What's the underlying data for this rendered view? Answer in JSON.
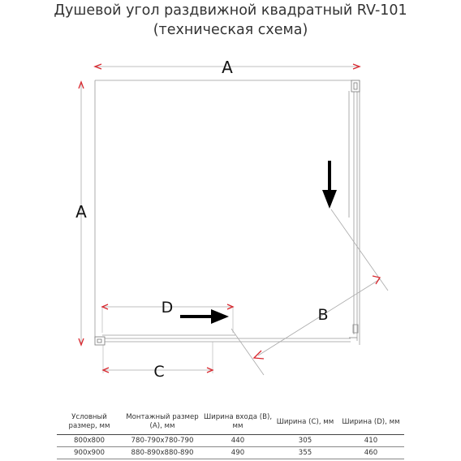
{
  "title": {
    "line1": "Душевой угол раздвижной квадратный RV-101",
    "line2": "(техническая схема)"
  },
  "diagram": {
    "labels": {
      "top_dimension": "A",
      "left_dimension": "A",
      "door_width": "B",
      "front_segment": "C",
      "slide_segment": "D"
    },
    "colors": {
      "dimension_marker": "#d9282f",
      "arrow": "#000000",
      "outline": "#9a9a9a"
    }
  },
  "specs_table": {
    "headers": [
      "Условный размер, мм",
      "Монтажный размер (А), мм",
      "Ширина входа (В), мм",
      "Ширина (С), мм",
      "Ширина (D), мм"
    ],
    "rows": [
      [
        "800x800",
        "780-790x780-790",
        "440",
        "305",
        "410"
      ],
      [
        "900x900",
        "880-890x880-890",
        "490",
        "355",
        "460"
      ]
    ]
  }
}
